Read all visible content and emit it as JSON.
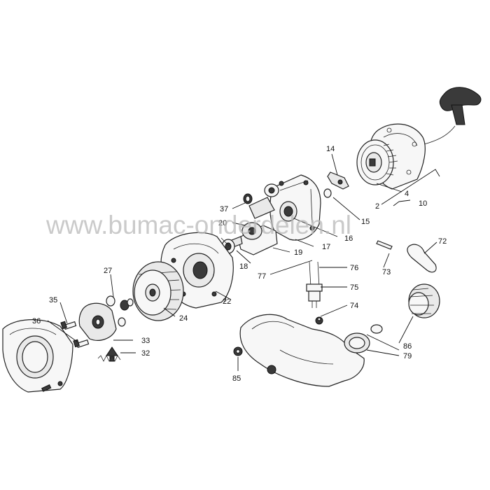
{
  "watermark": "www.bumac-onderdelen.nl",
  "callouts": [
    "2",
    "4",
    "10",
    "14",
    "15",
    "16",
    "17",
    "18",
    "19",
    "20",
    "22",
    "24",
    "27",
    "32",
    "33",
    "35",
    "36",
    "37",
    "72",
    "73",
    "74",
    "75",
    "76",
    "77",
    "79",
    "85",
    "86"
  ]
}
